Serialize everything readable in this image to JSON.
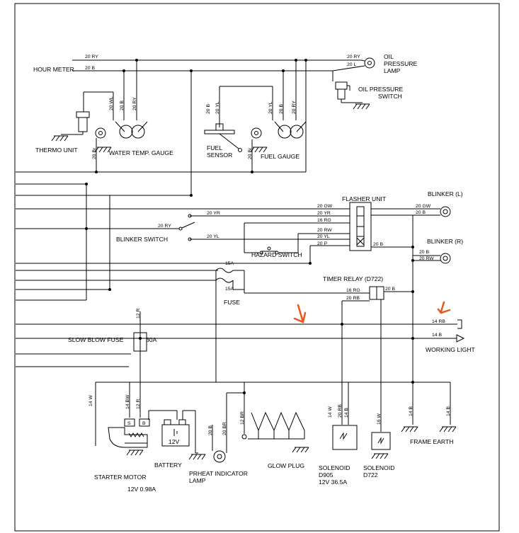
{
  "components": {
    "hour_meter": "HOUR METER",
    "oil_pressure_lamp": [
      "OIL",
      "PRESSURE",
      "LAMP"
    ],
    "oil_pressure_switch": [
      "OIL PRESSURE",
      "SWITCH"
    ],
    "thermo_unit": "THERMO UNIT",
    "water_temp_gauge": "WATER TEMP. GAUGE",
    "fuel_sensor": [
      "FUEL",
      "SENSOR"
    ],
    "fuel_gauge": "FUEL GAUGE",
    "flasher_unit": "FLASHER UNIT",
    "blinker_l": "BLINKER (L)",
    "blinker_r": "BLINKER (R)",
    "blinker_switch": "BLINKER SWITCH",
    "hazard_switch": "HAZARD SWITCH",
    "timer_relay": "TIMER RELAY (D722)",
    "fuse": "FUSE",
    "fuse_rating": "15A",
    "slow_blow_fuse": "SLOW BLOW FUSE",
    "slow_blow_rating": "30A",
    "working_light": "WORKING LIGHT",
    "starter_motor": "STARTER MOTOR",
    "starter_spec": "12V  0.98A",
    "battery": "BATTERY",
    "battery_voltage": "12V",
    "preheat_lamp": [
      "PRHEAT INDICATOR",
      "LAMP"
    ],
    "glow_plug": "GLOW PLUG",
    "solenoid_d905": [
      "SOLENOID",
      "D905",
      "12V  36.5A"
    ],
    "solenoid_d722": [
      "SOLENOID",
      "D722"
    ],
    "frame_earth": "FRAME EARTH",
    "terminal_s": "S",
    "terminal_b": "B"
  },
  "wires": {
    "ry": "20 RY",
    "b": "20 B",
    "l": "20 L",
    "wl": "20 WL",
    "br": "20 Br",
    "yl": "20 YL",
    "gw": "20 GW",
    "yr": "20 YR",
    "rg16": "16 RG",
    "rw": "20 RW",
    "p": "20 P",
    "rb": "20 RB",
    "rb14": "14 RB",
    "b14": "14 B",
    "r12": "12 R",
    "w14": "14 W",
    "bw14": "14 BW",
    "br12": "12 BR",
    "w16": "16 W",
    "brn20": "20 BR"
  },
  "colors": {
    "line": "#000000",
    "marker": "#e8571c"
  }
}
